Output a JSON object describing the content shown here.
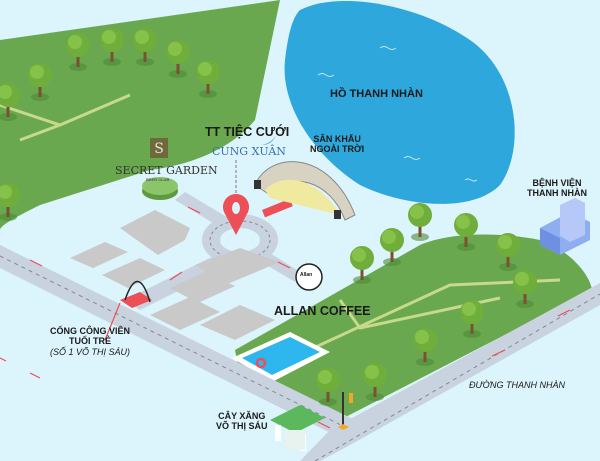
{
  "labels": {
    "lake": "HỒ THANH NHÀN",
    "wedding_center": "TT TIỆC CƯỚI",
    "wedding_brand": "CUNG XUÂN",
    "stage_line1": "SÂN KHẤU",
    "stage_line2": "NGOÀI TRỜI",
    "hospital_line1": "BỆNH VIỆN",
    "hospital_line2": "THANH NHÀN",
    "secret_garden": "SECRET GARDEN",
    "secret_garden_sub": "BEER CLUB",
    "allan_coffee": "ALLAN COFFEE",
    "allan_badge": "Allan",
    "gate_line1": "CỔNG CÔNG VIÊN",
    "gate_line2": "TUỔI TRẺ",
    "gate_line3": "(SỐ 1 VÕ THỊ SÁU)",
    "street": "ĐƯỜNG THANH NHÀN",
    "gas_line1": "CÂY XĂNG",
    "gas_line2": "VÕ THỊ SÁU"
  },
  "colors": {
    "background": "#dcf4fb",
    "lake": "#2ea7dc",
    "grass": "#6aa84f",
    "road": "#c9d3df",
    "marker": "#ec4f55",
    "building": "#c9c9c9"
  }
}
